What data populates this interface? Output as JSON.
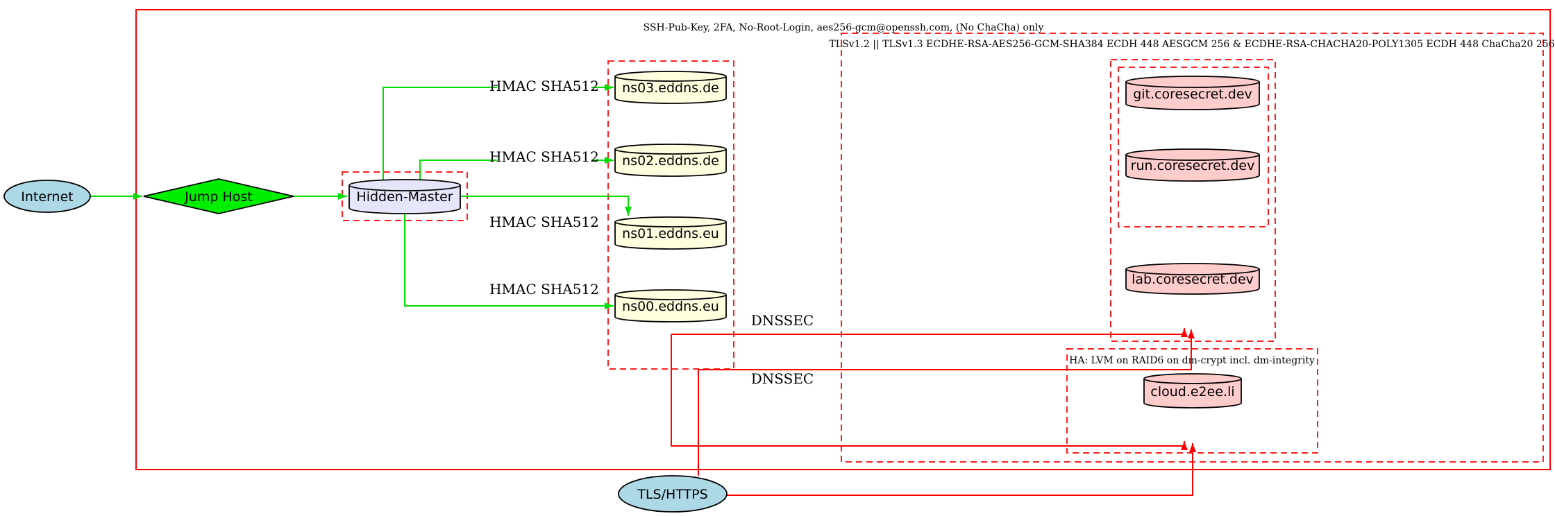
{
  "clusters": {
    "ssh_label": "SSH-Pub-Key, 2FA, No-Root-Login, aes256-gcm@openssh.com, (No ChaCha) only",
    "tls_label": "TLSv1.2 || TLSv1.3 ECDHE-RSA-AES256-GCM-SHA384 ECDH 448 AESGCM 256 & ECDHE-RSA-CHACHA20-POLY1305 ECDH 448 ChaCha20 256",
    "ha_label": "HA: LVM on RAID6 on dm-crypt incl. dm-integrity"
  },
  "nodes": {
    "internet": "Internet",
    "jump_host": "Jump Host",
    "hidden_master": "Hidden-Master",
    "ns03": "ns03.eddns.de",
    "ns02": "ns02.eddns.de",
    "ns01": "ns01.eddns.eu",
    "ns00": "ns00.eddns.eu",
    "git": "git.coresecret.dev",
    "run": "run.coresecret.dev",
    "lab": "lab.coresecret.dev",
    "cloud": "cloud.e2ee.li",
    "tls_https": "TLS/HTTPS"
  },
  "edge_labels": {
    "hmac": [
      "HMAC SHA512",
      "HMAC SHA512",
      "HMAC SHA512",
      "HMAC SHA512"
    ],
    "dnssec": [
      "DNSSEC",
      "DNSSEC"
    ]
  },
  "colors": {
    "cluster_red": "#ff1f1f",
    "edge_red": "#ff0000",
    "edge_green": "#00dd00",
    "node_blue": "#add8e6",
    "node_green": "#00ee00",
    "node_lavender": "#e6e6fa",
    "node_yellow": "#ffffe0",
    "node_pink": "#ffcccc",
    "stroke_black": "#000000"
  }
}
